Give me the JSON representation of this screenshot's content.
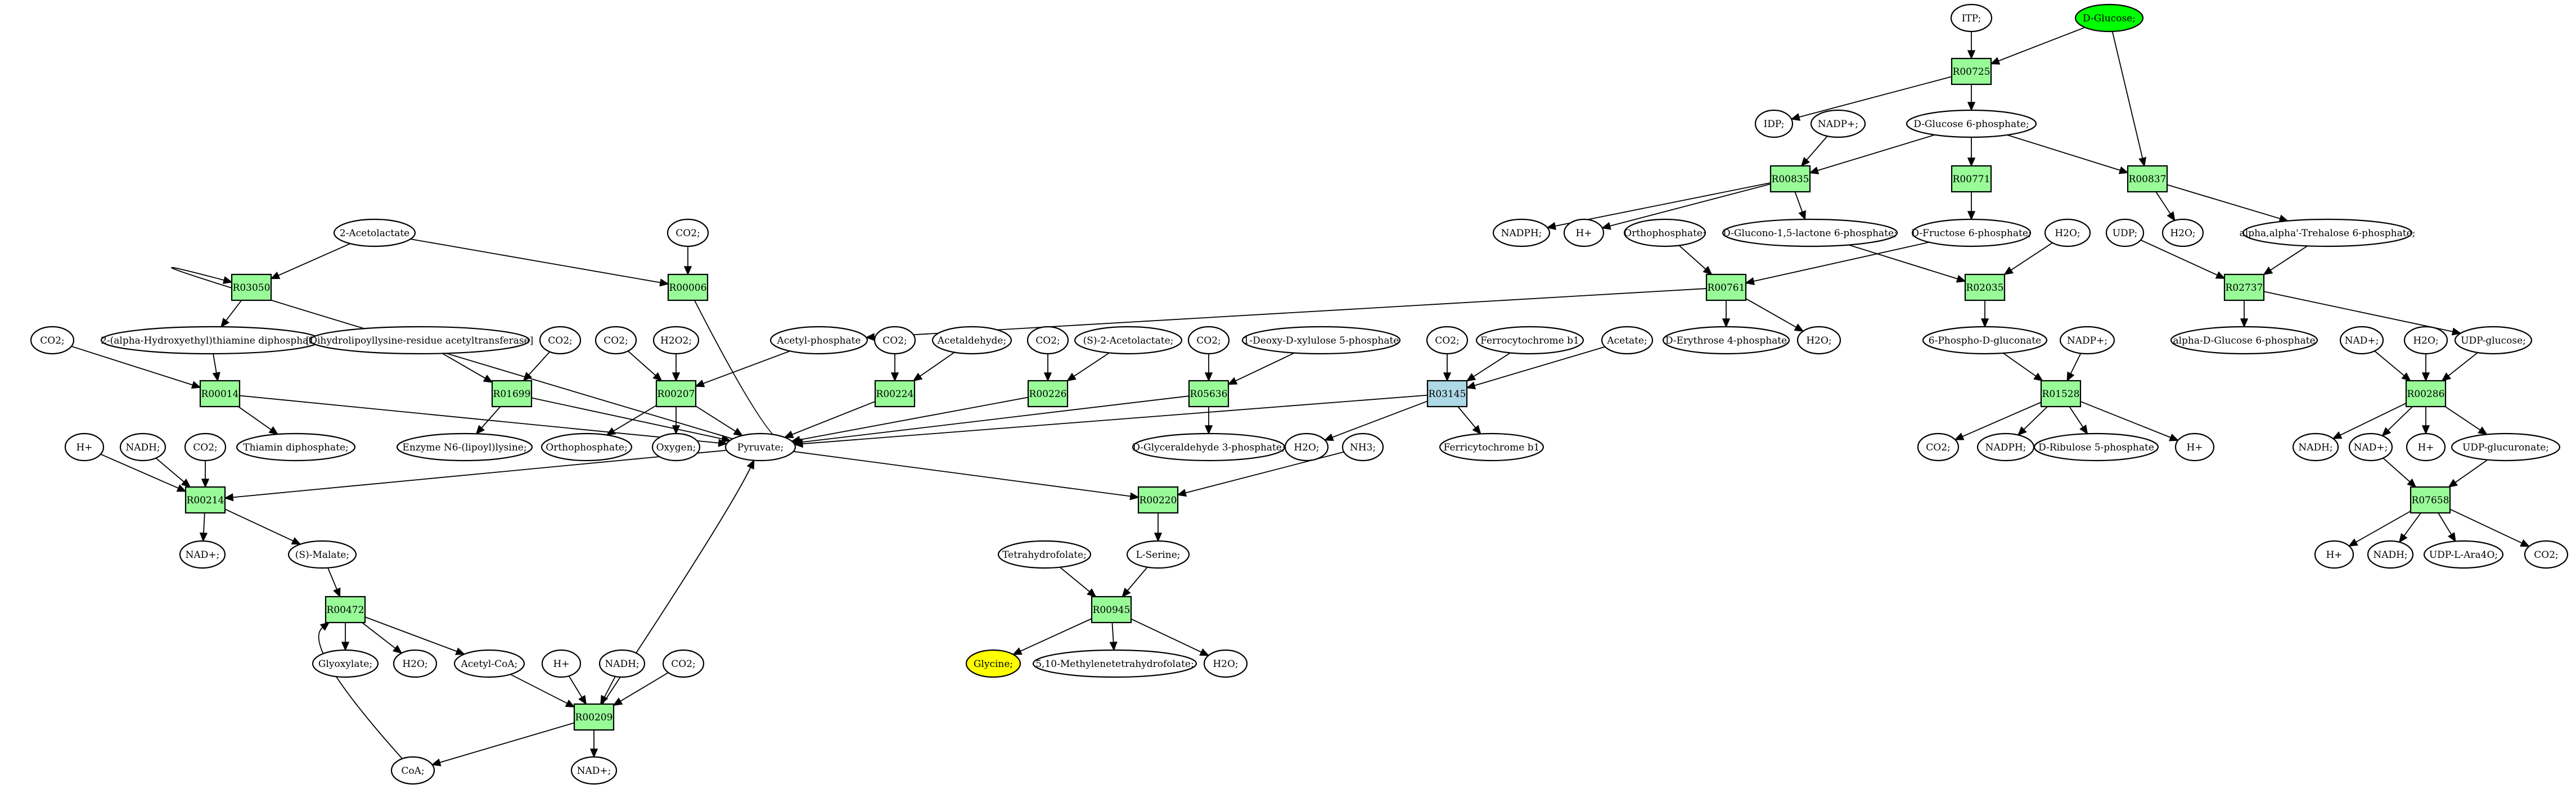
{
  "colors": {
    "reaction": "#98fb98",
    "reaction_alt": "#add8e6",
    "start_compound": "#00ff00",
    "target_compound": "#ffff00"
  },
  "reactions": {
    "R00725": "R00725",
    "R00835": "R00835",
    "R00771": "R00771",
    "R00837": "R00837",
    "R00761": "R00761",
    "R02035": "R02035",
    "R02737": "R02737",
    "R03050": "R03050",
    "R00006": "R00006",
    "R00014": "R00014",
    "R01699": "R01699",
    "R00207": "R00207",
    "R00224": "R00224",
    "R00226": "R00226",
    "R05636": "R05636",
    "R03145": "R03145",
    "R01528": "R01528",
    "R00286": "R00286",
    "R00214": "R00214",
    "R00220": "R00220",
    "R07658": "R07658",
    "R00472": "R00472",
    "R00945": "R00945",
    "R00209": "R00209"
  },
  "metabolites": {
    "itp": "ITP;",
    "d_glucose": "D-Glucose;",
    "idp": "IDP;",
    "nadp_plus": "NADP+;",
    "d_glucose_6p": "D-Glucose 6-phosphate;",
    "nadph_a": "NADPH;",
    "h_plus_a": "H+",
    "orthophosphate_a": "Orthophosphate;",
    "d_glucono_lactone_6p": "D-Glucono-1,5-lactone 6-phosphate;",
    "d_fructose_6p": "D-Fructose 6-phosphate;",
    "h2o_a": "H2O;",
    "h2o_b": "H2O;",
    "udp": "UDP;",
    "trehalose_6p": "alpha,alpha'-Trehalose 6-phosphate;",
    "acetolactate_2": "2-Acetolactate",
    "co2_a": "CO2;",
    "hydroxyethyl_thiamine": "2-(alpha-Hydroxyethyl)thiamine diphosphate;",
    "co2_b": "CO2;",
    "dihydrolipoyllysine": "[Dihydrolipoyllysine-residue acetyltransferase]",
    "co2_c": "CO2;",
    "co2_d": "CO2;",
    "h2o2": "H2O2;",
    "acetyl_phosphate": "Acetyl-phosphate",
    "co2_e": "CO2;",
    "acetaldehyde": "Acetaldehyde;",
    "co2_f": "CO2;",
    "s_acetolactate": "(S)-2-Acetolactate;",
    "co2_g": "CO2;",
    "deoxy_xylulose_5p": "1-Deoxy-D-xylulose 5-phosphate",
    "co2_h": "CO2;",
    "ferrocytochrome_b1": "Ferrocytochrome b1",
    "acetate": "Acetate;",
    "d_erythrose_4p": "D-Erythrose 4-phosphate",
    "h2o_c": "H2O;",
    "phospho_gluconate_6": "6-Phospho-D-gluconate",
    "nadp_plus_b": "NADP+;",
    "alpha_d_glucose_6p": "alpha-D-Glucose 6-phosphate",
    "nad_plus_a": "NAD+;",
    "h2o_d": "H2O;",
    "udp_glucose": "UDP-glucose;",
    "h_plus_b": "H+",
    "nadh_a": "NADH;",
    "co2_i": "CO2;",
    "thiamin_diphosphate": "Thiamin diphosphate;",
    "enzyme_n6_lipoyllysine": "Enzyme N6-(lipoyl)lysine;",
    "orthophosphate_b": "Orthophosphate;",
    "oxygen": "Oxygen;",
    "pyruvate": "Pyruvate;",
    "d_glyceraldehyde_3p": "D-Glyceraldehyde 3-phosphate;",
    "h2o_e": "H2O;",
    "nh3": "NH3;",
    "ferricytochrome_b1": "Ferricytochrome b1",
    "co2_j": "CO2;",
    "nadph_b": "NADPH;",
    "d_ribulose_5p": "D-Ribulose 5-phosphate",
    "h_plus_c": "H+",
    "nadh_b": "NADH;",
    "nad_plus_b": "NAD+;",
    "h_plus_d": "H+",
    "udp_glucuronate": "UDP-glucuronate;",
    "nad_plus_c": "NAD+;",
    "s_malate": "(S)-Malate;",
    "tetrahydrofolate": "Tetrahydrofolate;",
    "l_serine": "L-Serine;",
    "h_plus_e": "H+",
    "nadh_c": "NADH;",
    "udp_l_ara4o": "UDP-L-Ara4O;",
    "co2_k": "CO2;",
    "glyoxylate": "Glyoxylate;",
    "h2o_f": "H2O;",
    "acetyl_coa": "Acetyl-CoA;",
    "h_plus_f": "H+",
    "nadh_d": "NADH;",
    "co2_l": "CO2;",
    "glycine": "Glycine;",
    "methylenetetrahydrofolate": "5,10-Methylenetetrahydrofolate;",
    "h2o_g": "H2O;",
    "coa": "CoA;",
    "nad_plus_d": "NAD+;"
  }
}
